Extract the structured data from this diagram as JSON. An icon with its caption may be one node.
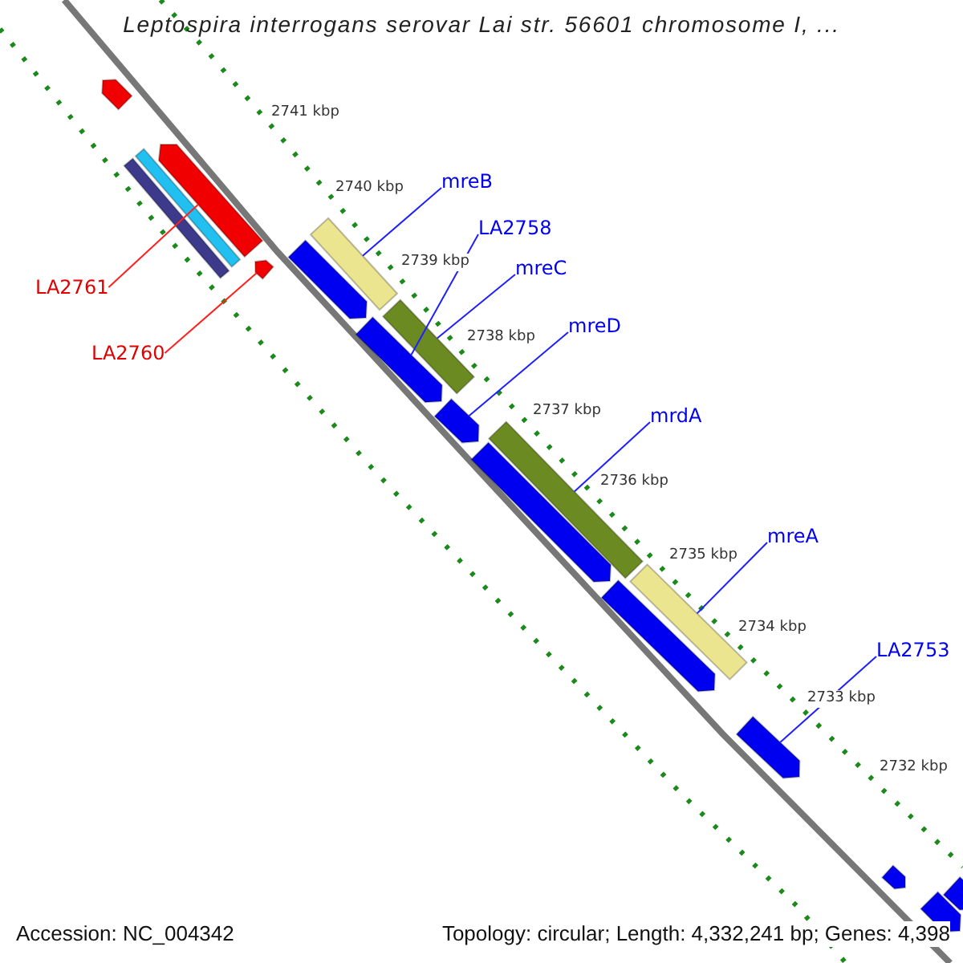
{
  "diagram": {
    "title": "Leptospira interrogans serovar Lai str. 56601 chromosome I, ...",
    "nodes": [
      {
        "text": [],
        "shape": "arrow"
      },
      {
        "text": [],
        "shape": "arrow"
      },
      {
        "text": [],
        "shape": "arrow"
      },
      {
        "text": [],
        "shape": "bar"
      },
      {
        "text": [],
        "shape": "bar"
      },
      {
        "text": [
          "LA2761"
        ]
      },
      {
        "text": [
          "LA2760"
        ]
      },
      {
        "text": [],
        "shape": "bar"
      },
      {
        "text": [],
        "shape": "arrow"
      },
      {
        "text": [
          "mreB"
        ]
      },
      {
        "text": [
          "LA2758"
        ]
      },
      {
        "text": [],
        "shape": "bar"
      },
      {
        "text": [],
        "shape": "arrow"
      },
      {
        "text": [
          "mreC"
        ]
      },
      {
        "text": [],
        "shape": "arrow"
      },
      {
        "text": [
          "mreD"
        ]
      },
      {
        "text": [],
        "shape": "bar"
      },
      {
        "text": [],
        "shape": "arrow"
      },
      {
        "text": [
          "mrdA"
        ]
      },
      {
        "text": [],
        "shape": "bar"
      },
      {
        "text": [],
        "shape": "arrow"
      },
      {
        "text": [
          "mreA"
        ]
      },
      {
        "text": [],
        "shape": "arrow"
      },
      {
        "text": [
          "LA2753"
        ]
      },
      {
        "text": [],
        "shape": "arrow"
      },
      {
        "text": [],
        "shape": "arrow"
      },
      {
        "text": [],
        "shape": "arrow"
      }
    ],
    "edges": [
      {
        "from": 5,
        "to": 1,
        "arrow": "none",
        "color": "#ff2020"
      },
      {
        "from": 6,
        "to": 2,
        "arrow": "none",
        "color": "#ff2020"
      },
      {
        "from": 9,
        "to": 7,
        "arrow": "none"
      },
      {
        "from": 10,
        "to": 12,
        "arrow": "none"
      },
      {
        "from": 13,
        "to": 11,
        "arrow": "none"
      },
      {
        "from": 15,
        "to": 14,
        "arrow": "none"
      },
      {
        "from": 18,
        "to": 16,
        "arrow": "none"
      },
      {
        "from": 21,
        "to": 19,
        "arrow": "none"
      },
      {
        "from": 23,
        "to": 22,
        "arrow": "none"
      }
    ],
    "labels": [
      "2741 kbp",
      "2740 kbp",
      "2739 kbp",
      "2738 kbp",
      "2737 kbp",
      "2736 kbp",
      "2735 kbp",
      "2734 kbp",
      "2733 kbp",
      "2732 kbp",
      "Accession: NC_004342",
      "Topology: circular; Length: 4,332,241 bp; Genes: 4,398"
    ]
  }
}
